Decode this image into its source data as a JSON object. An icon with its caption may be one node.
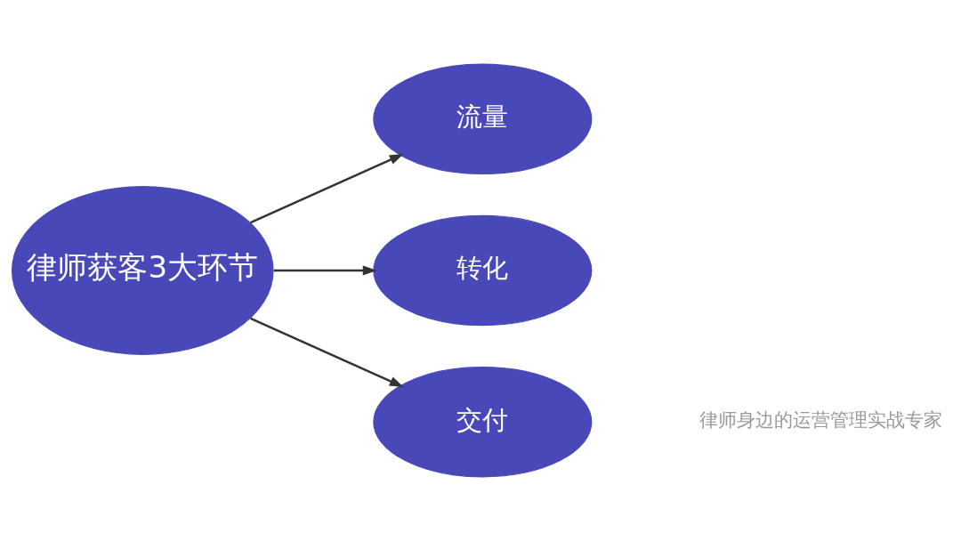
{
  "diagram": {
    "nodes": [
      {
        "text": [
          "律师获客3大环节"
        ]
      },
      {
        "text": [
          "流量"
        ]
      },
      {
        "text": [
          "转化"
        ]
      },
      {
        "text": [
          "交付"
        ]
      }
    ],
    "edges": [
      {
        "from": 0,
        "to": 1,
        "arrow": "to"
      },
      {
        "from": 0,
        "to": 2,
        "arrow": "to"
      },
      {
        "from": 0,
        "to": 3,
        "arrow": "to"
      }
    ],
    "labels": [
      "律师身边的运营管理实战专家"
    ]
  }
}
